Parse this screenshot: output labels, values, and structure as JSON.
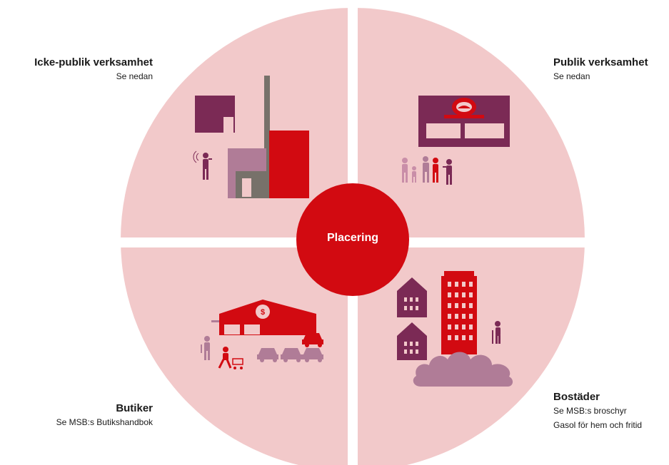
{
  "center": {
    "label": "Placering"
  },
  "quadrants": {
    "top_left": {
      "title": "Icke-publik verksamhet",
      "subtitle": "Se nedan"
    },
    "top_right": {
      "title": "Publik verksamhet",
      "subtitle": "Se nedan"
    },
    "bottom_left": {
      "title": "Butiker",
      "subtitle": "Se MSB:s Butikshandbok"
    },
    "bottom_right": {
      "title": "Bostäder",
      "subtitle_line1": "Se MSB:s broschyr",
      "subtitle_line2": "Gasol för hem och fritid"
    }
  },
  "icons": {
    "shop_sign": "$"
  },
  "colors": {
    "quadrant_fill": "#f2c9ca",
    "center_fill": "#d20a11",
    "red": "#d20a11",
    "plum": "#7b2a55",
    "mauve": "#b07c97",
    "grey": "#77716a",
    "light_mauve": "#c98ea8"
  }
}
